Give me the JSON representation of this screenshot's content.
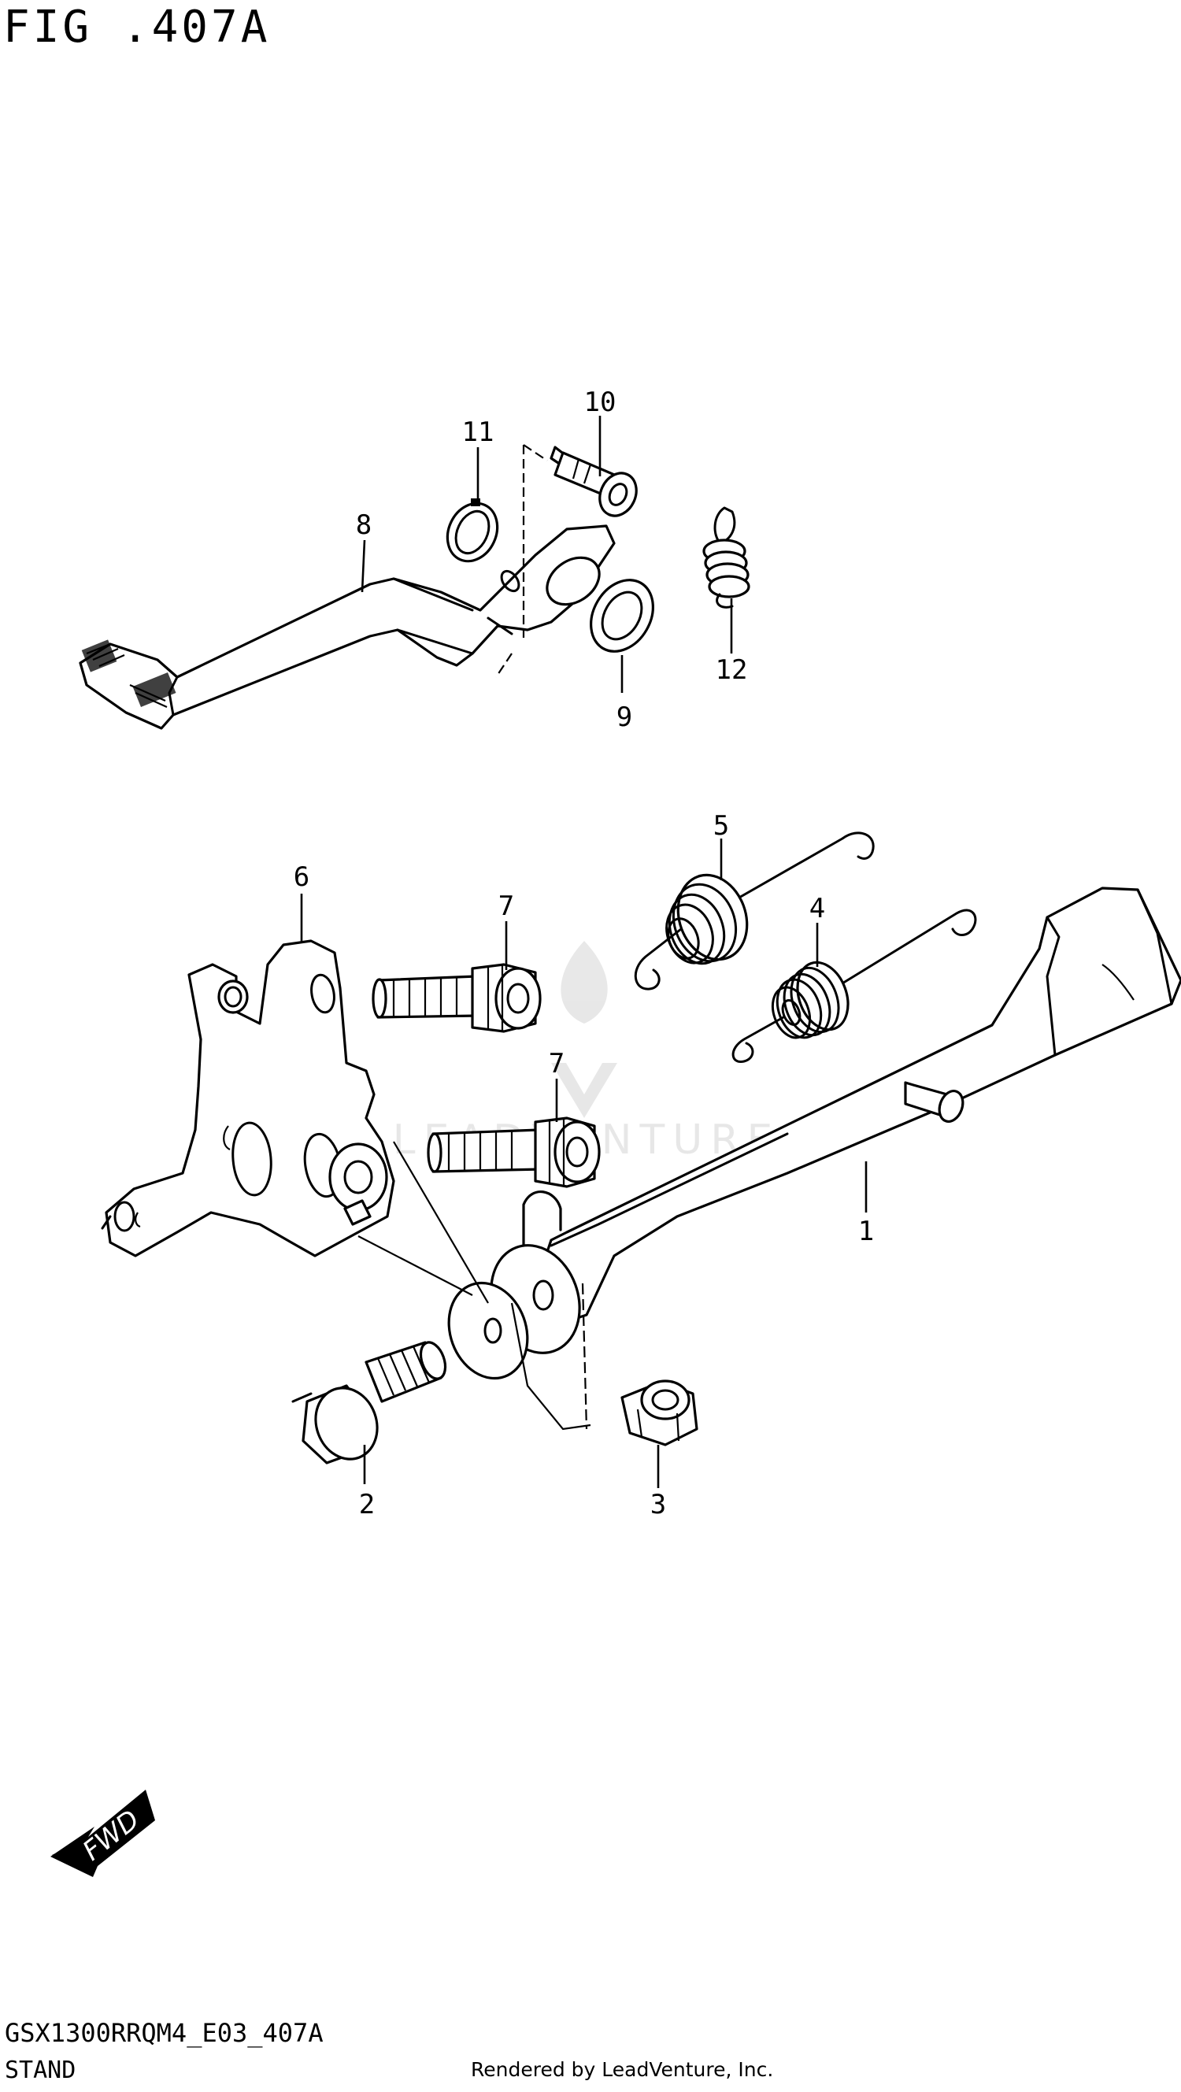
{
  "header": {
    "figure_title": "FIG .407A"
  },
  "footer": {
    "model_code": "GSX1300RRQM4_E03_407A",
    "section_name": "STAND",
    "credit": "Rendered by LeadVenture, Inc."
  },
  "watermark": {
    "text": "LEADVENTURE"
  },
  "fwd_badge": {
    "label": "FWD"
  },
  "callouts": {
    "p1": "1",
    "p2": "2",
    "p3": "3",
    "p4": "4",
    "p5": "5",
    "p6": "6",
    "p7a": "7",
    "p7b": "7",
    "p8": "8",
    "p9": "9",
    "p10": "10",
    "p11": "11",
    "p12": "12"
  }
}
